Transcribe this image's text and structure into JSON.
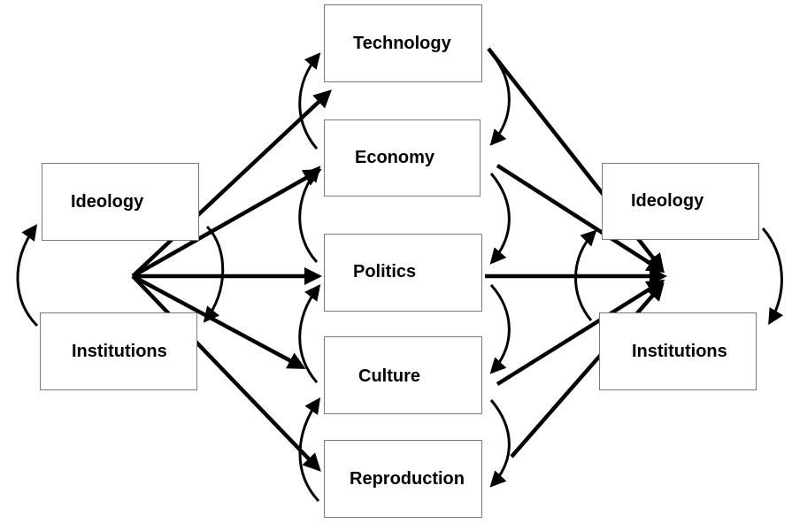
{
  "diagram": {
    "nodes": {
      "ideology_left": "Ideology",
      "institutions_left": "Institutions",
      "technology": "Technology",
      "economy": "Economy",
      "politics": "Politics",
      "culture": "Culture",
      "reproduction": "Reproduction",
      "ideology_right": "Ideology",
      "institutions_right": "Institutions"
    },
    "edges": [
      {
        "from": "institutions_left",
        "to": "ideology_left"
      },
      {
        "from": "ideology_left",
        "to": "institutions_left"
      },
      {
        "from": "hub_left",
        "to": "technology"
      },
      {
        "from": "hub_left",
        "to": "economy"
      },
      {
        "from": "hub_left",
        "to": "politics"
      },
      {
        "from": "hub_left",
        "to": "culture"
      },
      {
        "from": "hub_left",
        "to": "reproduction"
      },
      {
        "from": "economy",
        "to": "technology"
      },
      {
        "from": "politics",
        "to": "economy"
      },
      {
        "from": "culture",
        "to": "politics"
      },
      {
        "from": "reproduction",
        "to": "culture"
      },
      {
        "from": "technology",
        "to": "economy"
      },
      {
        "from": "economy",
        "to": "politics"
      },
      {
        "from": "politics",
        "to": "culture"
      },
      {
        "from": "culture",
        "to": "reproduction"
      },
      {
        "from": "technology",
        "to": "hub_right"
      },
      {
        "from": "economy",
        "to": "hub_right"
      },
      {
        "from": "politics",
        "to": "hub_right"
      },
      {
        "from": "culture",
        "to": "hub_right"
      },
      {
        "from": "reproduction",
        "to": "hub_right"
      },
      {
        "from": "institutions_right",
        "to": "ideology_right"
      },
      {
        "from": "ideology_right",
        "to": "institutions_right"
      }
    ]
  },
  "colors": {
    "stroke": "#000000",
    "box_border": "#7a7a7a",
    "background": "#ffffff"
  }
}
